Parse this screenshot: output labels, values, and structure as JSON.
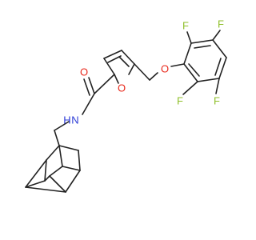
{
  "molecule": {
    "atoms": {
      "o_carbonyl": "O",
      "n_amide": "N",
      "h_amide": "H",
      "o_furan": "O",
      "o_ether": "O",
      "f_top_left": "F",
      "f_top_right": "F",
      "f_bottom_left": "F",
      "f_bottom_right": "F"
    },
    "colors": {
      "bond": "#222222",
      "oxygen": "#e8291c",
      "nitrogen": "#2b3bd6",
      "fluorine": "#8fbf2a"
    }
  }
}
